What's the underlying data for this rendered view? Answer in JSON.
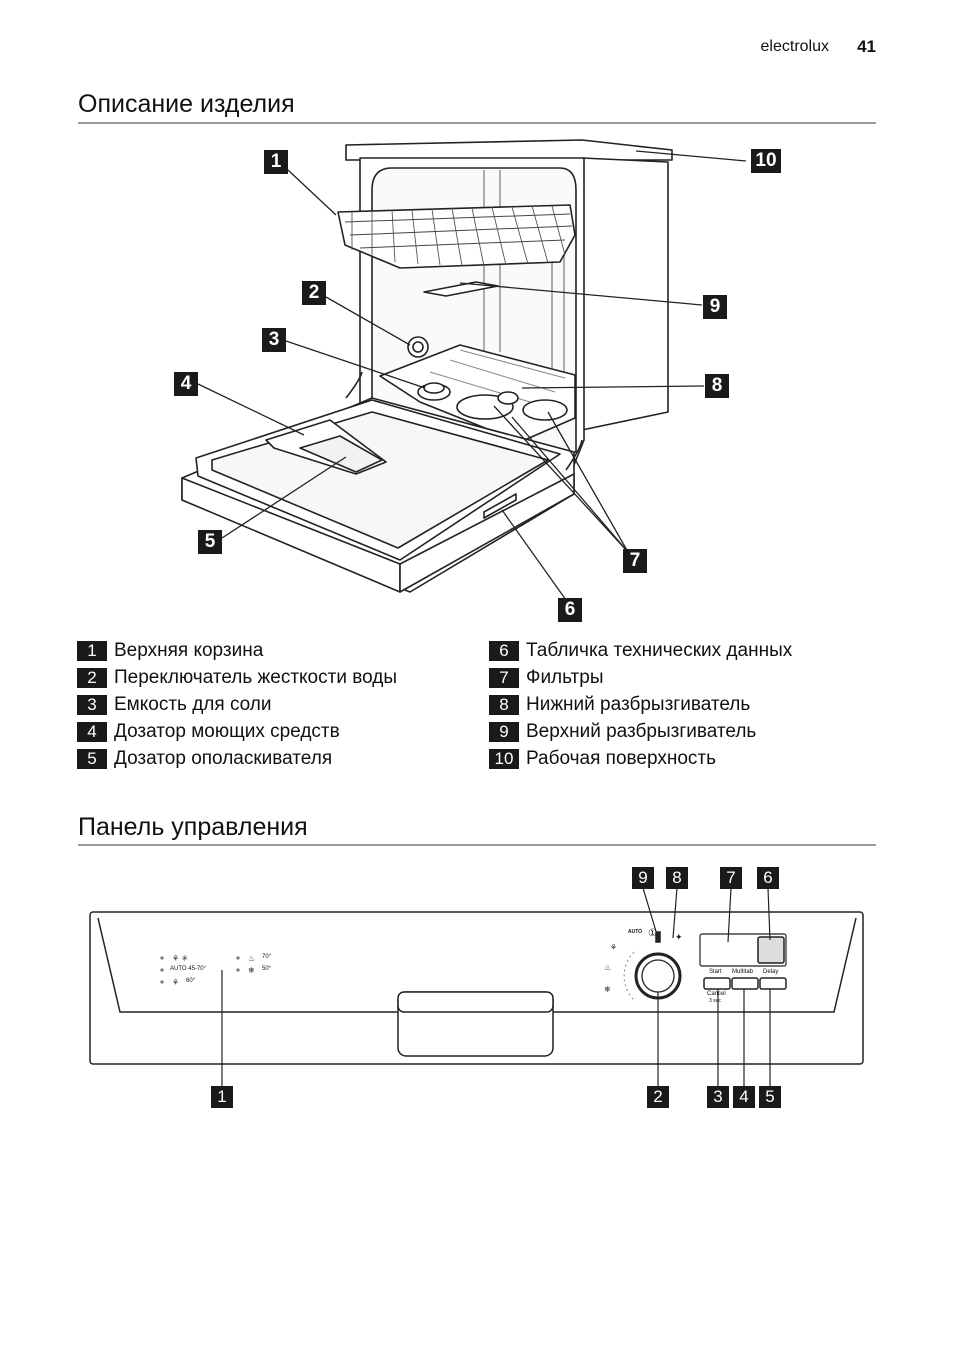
{
  "header": {
    "brand": "electrolux",
    "page_number": "41"
  },
  "section1": {
    "title": "Описание изделия",
    "callouts": [
      "1",
      "2",
      "3",
      "4",
      "5",
      "6",
      "7",
      "8",
      "9",
      "10"
    ],
    "legend_left": [
      {
        "num": "1",
        "label": "Верхняя корзина"
      },
      {
        "num": "2",
        "label": "Переключатель жесткости воды"
      },
      {
        "num": "3",
        "label": "Емкость для соли"
      },
      {
        "num": "4",
        "label": "Дозатор моющих средств"
      },
      {
        "num": "5",
        "label": "Дозатор ополаскивателя"
      }
    ],
    "legend_right": [
      {
        "num": "6",
        "label": "Табличка технических данных"
      },
      {
        "num": "7",
        "label": "Фильтры"
      },
      {
        "num": "8",
        "label": "Нижний разбрызгиватель"
      },
      {
        "num": "9",
        "label": "Верхний разбрызгиватель"
      },
      {
        "num": "10",
        "label": "Рабочая поверхность"
      }
    ]
  },
  "section2": {
    "title": "Панель управления",
    "top_callouts": [
      "9",
      "8",
      "7",
      "6"
    ],
    "bottom_callouts": [
      "1",
      "2",
      "3",
      "4",
      "5"
    ],
    "panel": {
      "auto_label": "AUTO",
      "programs_left": [
        "AUTO 45-70°",
        "60°"
      ],
      "programs_right": [
        "70°",
        "50°"
      ],
      "buttons": [
        "Start",
        "Multitab",
        "Delay"
      ],
      "cancel_label": "Cancel",
      "cancel_sub": "3 sec"
    }
  }
}
